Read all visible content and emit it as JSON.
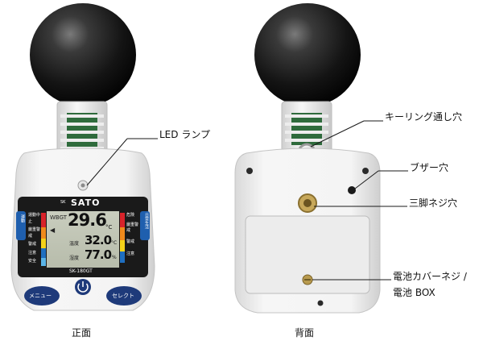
{
  "front": {
    "caption": "正面",
    "brand": "SATO",
    "brand_prefix": "SK",
    "model": "SK-180GT",
    "lcd": {
      "wbgt_label": "WBGT",
      "wbgt_value": "29.6",
      "wbgt_unit": "°C",
      "temp_label": "温度",
      "temp_value": "32.0",
      "temp_unit": "°C",
      "humid_label": "湿度",
      "humid_value": "77.0",
      "humid_unit": "%"
    },
    "left_side_labels": [
      "運動中止",
      "厳重警戒",
      "警戒",
      "注意",
      "安全"
    ],
    "right_side_labels": [
      "危険",
      "厳重警戒",
      "警戒",
      "注意"
    ],
    "left_tab": "運動",
    "right_tab": "日常生活",
    "buttons": {
      "menu": "メニュー",
      "power_icon": "power-icon",
      "select": "セレクト"
    },
    "callouts": {
      "led_lamp": "LED ランプ"
    }
  },
  "back": {
    "caption": "背面",
    "callouts": {
      "key_ring": "キーリング通し穴",
      "buzzer": "ブザー穴",
      "tripod": "三脚ネジ穴",
      "battery_line1": "電池カバーネジ /",
      "battery_line2": "電池 BOX"
    }
  },
  "colors": {
    "callout_line": "#1a1a1a",
    "body": "#f3f3f3",
    "sphere": "#1c1c1c",
    "button_blue": "#1e3a7a",
    "level_red": "#d8232a",
    "level_orange": "#f08a1c",
    "level_yellow": "#f4d21a",
    "level_blue": "#1f6fc0",
    "level_lightblue": "#5ab4e6"
  }
}
